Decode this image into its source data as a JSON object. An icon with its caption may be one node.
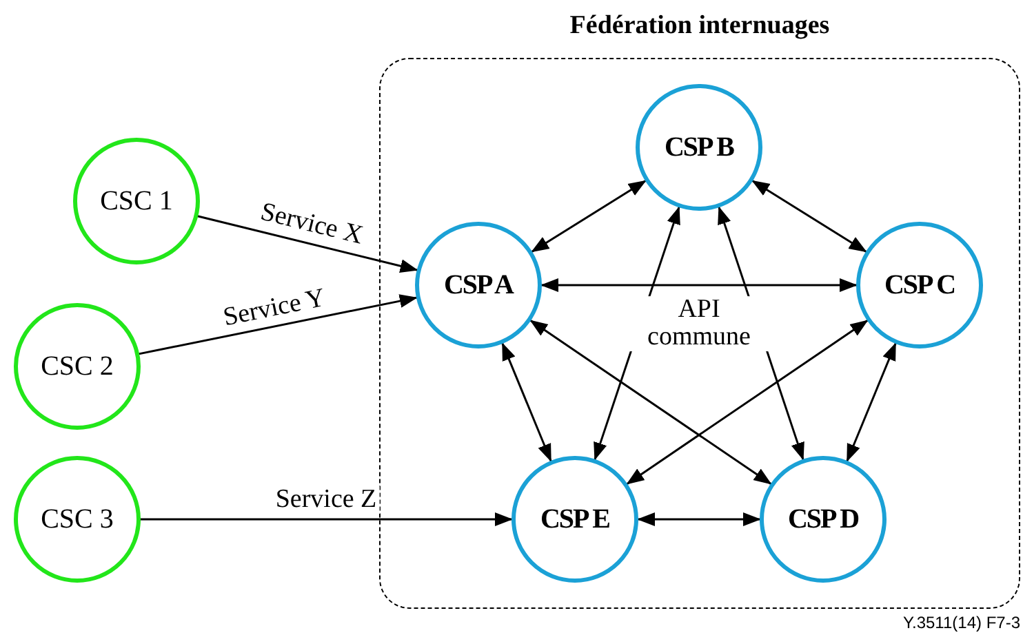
{
  "diagram": {
    "nodes": [
      {
        "text": [
          "Fédération internuages"
        ]
      },
      {
        "text": [
          "CSC 1"
        ]
      },
      {
        "text": [
          "CSC 2"
        ]
      },
      {
        "text": [
          "CSC 3"
        ]
      },
      {
        "text": [
          "CSP A"
        ],
        "in": 0
      },
      {
        "text": [
          "CSP B"
        ],
        "in": 0
      },
      {
        "text": [
          "CSP C"
        ],
        "in": 0
      },
      {
        "text": [
          "CSP D"
        ],
        "in": 0
      },
      {
        "text": [
          "CSP E"
        ],
        "in": 0
      }
    ],
    "edges": [
      {
        "from": 1,
        "to": 4,
        "arrow": "to",
        "label": "Service X"
      },
      {
        "from": 2,
        "to": 4,
        "arrow": "to",
        "label": "Service Y"
      },
      {
        "from": 3,
        "to": 8,
        "arrow": "to",
        "label": "Service Z"
      },
      {
        "from": 4,
        "to": 5,
        "arrow": "both"
      },
      {
        "from": 5,
        "to": 6,
        "arrow": "both"
      },
      {
        "from": 4,
        "to": 6,
        "arrow": "both",
        "label": "API commune"
      },
      {
        "from": 4,
        "to": 8,
        "arrow": "both"
      },
      {
        "from": 4,
        "to": 7,
        "arrow": "both"
      },
      {
        "from": 5,
        "to": 8,
        "arrow": "both"
      },
      {
        "from": 5,
        "to": 7,
        "arrow": "both"
      },
      {
        "from": 6,
        "to": 8,
        "arrow": "both"
      },
      {
        "from": 6,
        "to": 7,
        "arrow": "both"
      },
      {
        "from": 8,
        "to": 7,
        "arrow": "both"
      }
    ],
    "labels": [
      "Y.3511(14) F7-3"
    ]
  }
}
